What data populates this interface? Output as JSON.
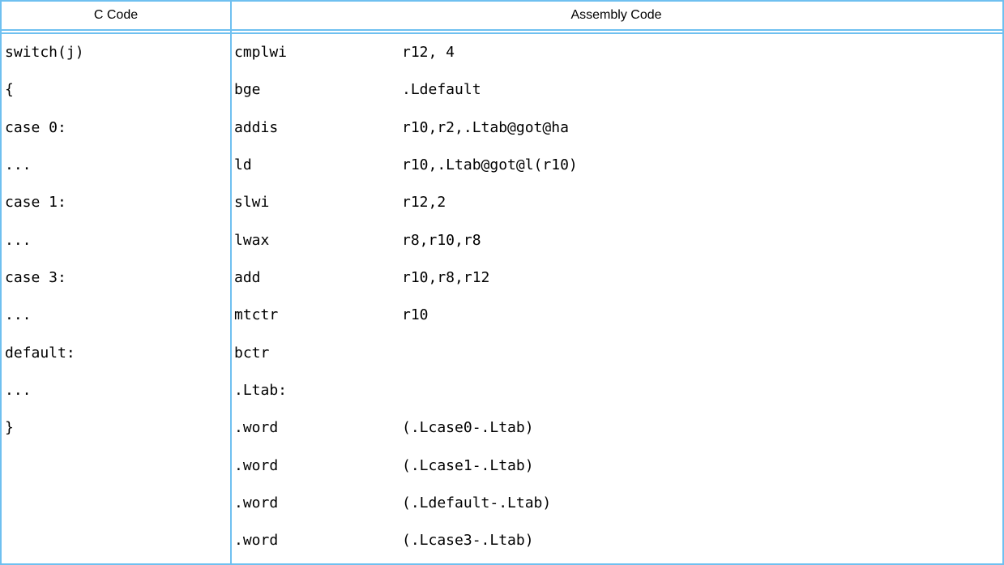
{
  "table": {
    "headers": {
      "c_code": "C Code",
      "assembly": "Assembly Code"
    },
    "c_code_lines": [
      "switch(j)",
      "{",
      "case 0:",
      "...",
      "case 1:",
      "...",
      "case 3:",
      "...",
      "default:",
      "...",
      "}"
    ],
    "assembly_lines": [
      {
        "mnemonic": "cmplwi",
        "operands": "r12, 4"
      },
      {
        "mnemonic": "bge",
        "operands": ".Ldefault"
      },
      {
        "mnemonic": "addis",
        "operands": "r10,r2,.Ltab@got@ha"
      },
      {
        "mnemonic": "ld",
        "operands": "r10,.Ltab@got@l(r10)"
      },
      {
        "mnemonic": "slwi",
        "operands": "r12,2"
      },
      {
        "mnemonic": "lwax",
        "operands": "r8,r10,r8"
      },
      {
        "mnemonic": "add",
        "operands": "r10,r8,r12"
      },
      {
        "mnemonic": "mtctr",
        "operands": "r10"
      },
      {
        "mnemonic": "bctr",
        "operands": ""
      },
      {
        "mnemonic": ".Ltab:",
        "operands": ""
      },
      {
        "mnemonic": ".word",
        "operands": "(.Lcase0-.Ltab)"
      },
      {
        "mnemonic": ".word",
        "operands": "(.Lcase1-.Ltab)"
      },
      {
        "mnemonic": ".word",
        "operands": "(.Ldefault-.Ltab)"
      },
      {
        "mnemonic": ".word",
        "operands": "(.Lcase3-.Ltab)"
      }
    ],
    "colors": {
      "border": "#6fc0f0",
      "text": "#000000",
      "background": "#ffffff"
    }
  }
}
